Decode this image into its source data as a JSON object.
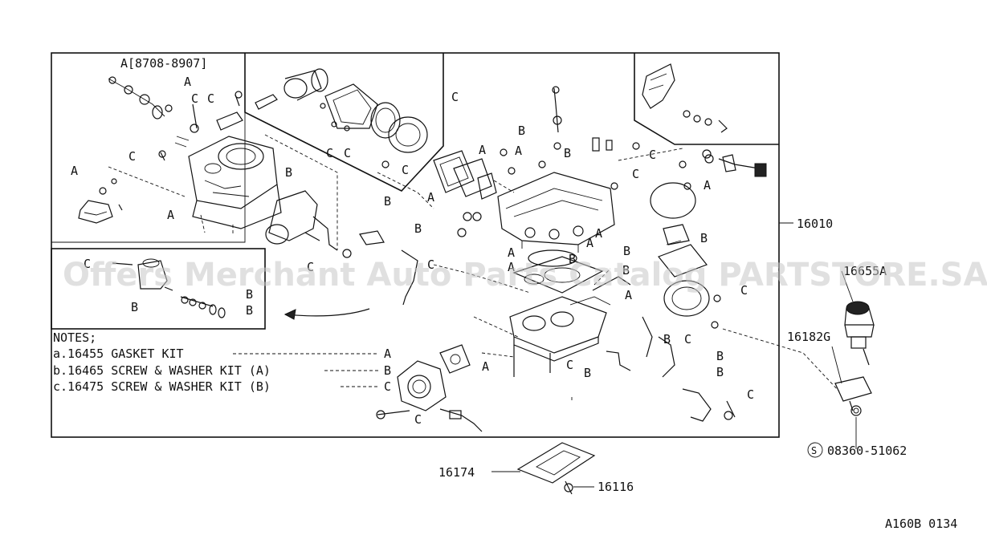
{
  "watermark": "Offers Merchant Auto Parts Catalog PARTSTORE.SA",
  "inset_top_left_label": "A[8708-8907]",
  "callouts": {
    "main_assembly": "16010",
    "top_right_part": "16655A",
    "bracket": "16182G",
    "bolt_code": "08360-51062",
    "bolt_code_symbol": "S",
    "gasket_bottom": "16174",
    "screw_bottom": "16116"
  },
  "kit_letters": [
    "A",
    "B",
    "C"
  ],
  "notes": {
    "heading": "NOTES;",
    "lines": [
      {
        "text": "a.16455 GASKET KIT",
        "ref": "A"
      },
      {
        "text": "b.16465 SCREW & WASHER KIT (A)",
        "ref": "B"
      },
      {
        "text": "c.16475 SCREW & WASHER KIT (B)",
        "ref": "C"
      }
    ]
  },
  "figure_code": "A160B 0134"
}
